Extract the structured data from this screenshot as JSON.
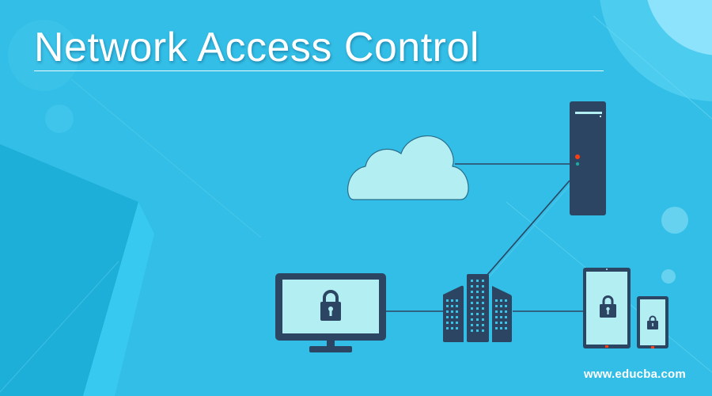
{
  "header": {
    "title": "Network Access Control"
  },
  "footer": {
    "watermark": "www.educba.com"
  },
  "diagram": {
    "nodes": [
      {
        "id": "cloud",
        "icon": "cloud-icon"
      },
      {
        "id": "server",
        "icon": "server-tower-icon"
      },
      {
        "id": "buildings",
        "icon": "office-buildings-icon"
      },
      {
        "id": "desktop",
        "icon": "desktop-monitor-lock-icon"
      },
      {
        "id": "tablet",
        "icon": "tablet-lock-icon"
      },
      {
        "id": "phone",
        "icon": "phone-lock-icon"
      }
    ],
    "links": [
      [
        "cloud",
        "server"
      ],
      [
        "server",
        "buildings"
      ],
      [
        "desktop",
        "buildings"
      ],
      [
        "buildings",
        "tablet"
      ]
    ]
  },
  "colors": {
    "background": "#32bee6",
    "device_dark": "#2c4562",
    "screen_light": "#b3eef2",
    "led_red": "#ff3d12",
    "led_teal": "#1fa7a0",
    "text": "#ffffff"
  }
}
